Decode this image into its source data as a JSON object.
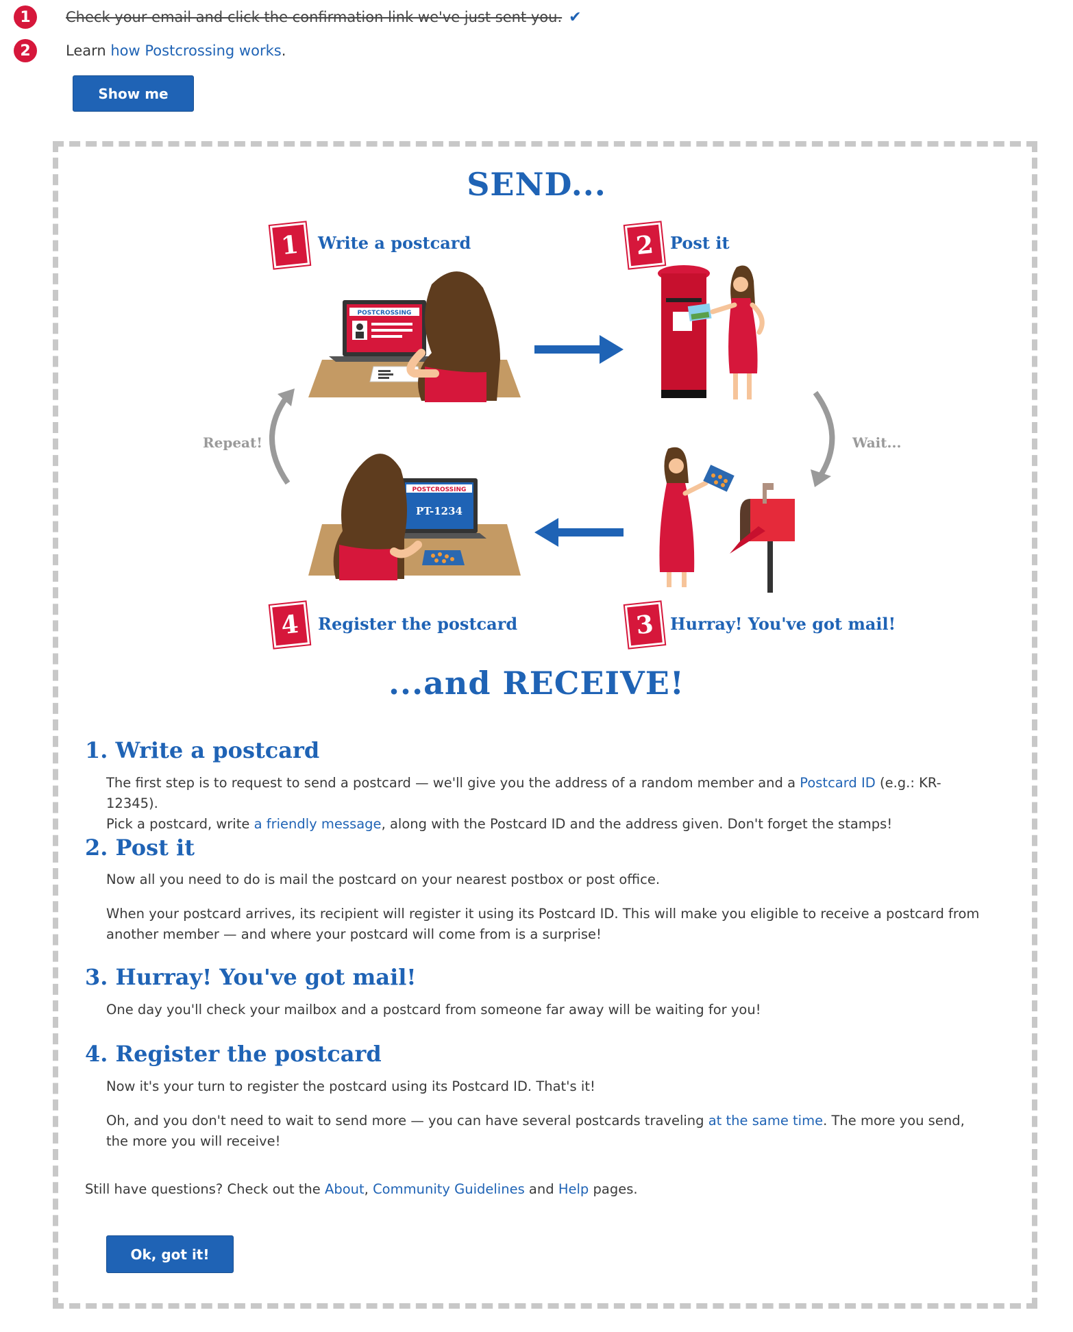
{
  "steps": [
    {
      "num": "1",
      "text": "Check your email and click the confirmation link we've just sent you.",
      "check": "✔"
    },
    {
      "num": "2",
      "text_before": "Learn ",
      "link": "how Postcrossing works",
      "text_after": "."
    }
  ],
  "show_me_label": "Show me",
  "illustration": {
    "send_title": "SEND...",
    "receive_title": "...and RECEIVE!",
    "step1": {
      "num": "1",
      "label": "Write a postcard"
    },
    "step2": {
      "num": "2",
      "label": "Post it"
    },
    "step3": {
      "num": "3",
      "label": "Hurray! You've got mail!"
    },
    "step4": {
      "num": "4",
      "label": "Register the postcard"
    },
    "repeat": "Repeat!",
    "wait": "Wait...",
    "screen_logo": "POSTCROSSING",
    "screen_id": "PT-1234"
  },
  "sections": {
    "s1": {
      "title": "1. Write a postcard",
      "p1_a": "The first step is to request to send a postcard — we'll give you the address of a random member and a ",
      "p1_link": "Postcard ID",
      "p1_b": " (e.g.: KR-12345).",
      "p2_a": "Pick a postcard, write ",
      "p2_link": "a friendly message",
      "p2_b": ", along with the Postcard ID and the address given. Don't forget the stamps!"
    },
    "s2": {
      "title": "2. Post it",
      "p1": "Now all you need to do is mail the postcard on your nearest postbox or post office.",
      "p2": "When your postcard arrives, its recipient will register it using its Postcard ID. This will make you eligible to receive a postcard from another member — and where your postcard will come from is a surprise!"
    },
    "s3": {
      "title": "3. Hurray! You've got mail!",
      "p1": "One day you'll check your mailbox and a postcard from someone far away will be waiting for you!"
    },
    "s4": {
      "title": "4. Register the postcard",
      "p1": "Now it's your turn to register the postcard using its Postcard ID. That's it!",
      "p2_a": "Oh, and you don't need to wait to send more — you can have several postcards traveling ",
      "p2_link": "at the same time",
      "p2_b": ". The more you send, the more you will receive!"
    }
  },
  "footer": {
    "text_a": "Still have questions? Check out the ",
    "about": "About",
    "sep": ", ",
    "guidelines": "Community Guidelines",
    "and": " and ",
    "help": "Help",
    "text_b": " pages."
  },
  "ok_label": "Ok, got it!",
  "colors": {
    "accent": "#1f63b5",
    "brand_red": "#d6173b",
    "dash": "#c8c8c8"
  }
}
